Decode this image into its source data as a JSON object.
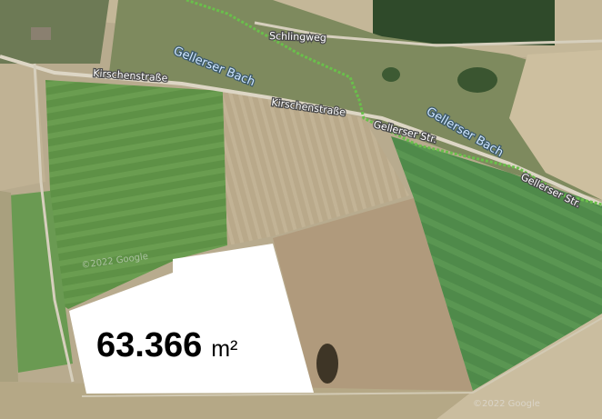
{
  "map": {
    "type": "satellite",
    "labels": {
      "schlingweg": "Schlingweg",
      "kirschenstrasse_1": "Kirschenstraße",
      "kirschenstrasse_2": "Kirschenstraße",
      "gellerser_str_1": "Gellerser Str.",
      "gellerser_str_2": "Gellerser Str.",
      "gellerser_bach_1": "Gellerser Bach",
      "gellerser_bach_2": "Gellerser Bach"
    },
    "watermarks": [
      "©2022 Google",
      "©2022 Google"
    ],
    "area": {
      "value": "63.366",
      "unit": "m²"
    },
    "colors": {
      "road_label": "#ffffff",
      "water_label": "#cfe6ff",
      "stream_line": "#6abf4b",
      "parcel_fill": "#ffffff",
      "area_text": "#000000"
    }
  }
}
